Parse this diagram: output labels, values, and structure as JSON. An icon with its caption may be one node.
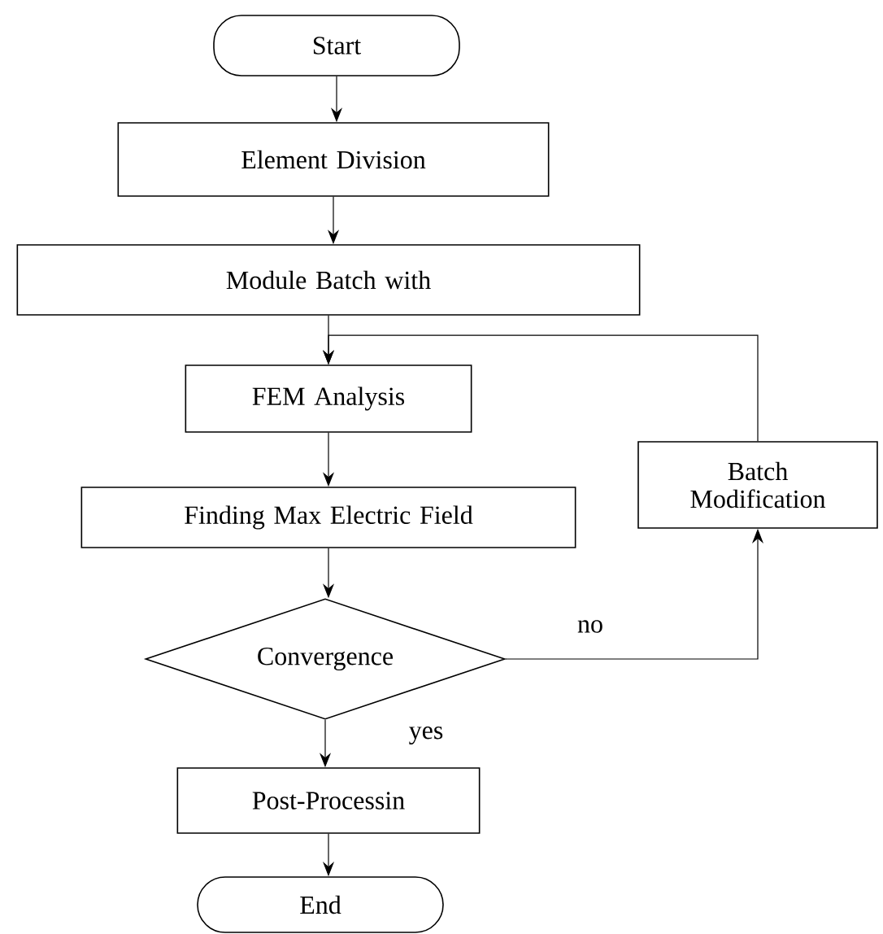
{
  "diagram": {
    "nodes": [
      {
        "text": [
          "Start"
        ]
      },
      {
        "text": [
          "Element Division"
        ]
      },
      {
        "text": [
          "Module Batch with"
        ]
      },
      {
        "text": [
          "FEM Analysis"
        ]
      },
      {
        "text": [
          "Finding Max Electric Field"
        ]
      },
      {
        "text": [
          "Convergence"
        ]
      },
      {
        "text": [
          "Post-Processin"
        ]
      },
      {
        "text": [
          "End"
        ]
      },
      {
        "text": [
          "Batch Modification"
        ]
      }
    ],
    "edges": [
      {
        "from": 0,
        "to": 1,
        "arrow": "to"
      },
      {
        "from": 1,
        "to": 2,
        "arrow": "to"
      },
      {
        "from": 2,
        "to": 3,
        "arrow": "to"
      },
      {
        "from": 3,
        "to": 4,
        "arrow": "to"
      },
      {
        "from": 4,
        "to": 5,
        "arrow": "to"
      },
      {
        "from": 5,
        "to": 6,
        "label": "yes",
        "arrow": "to"
      },
      {
        "from": 6,
        "to": 7,
        "arrow": "to"
      },
      {
        "from": 5,
        "to": 8,
        "label": "no",
        "arrow": "to"
      },
      {
        "from": 8,
        "to": 3,
        "arrow": "to"
      }
    ]
  }
}
